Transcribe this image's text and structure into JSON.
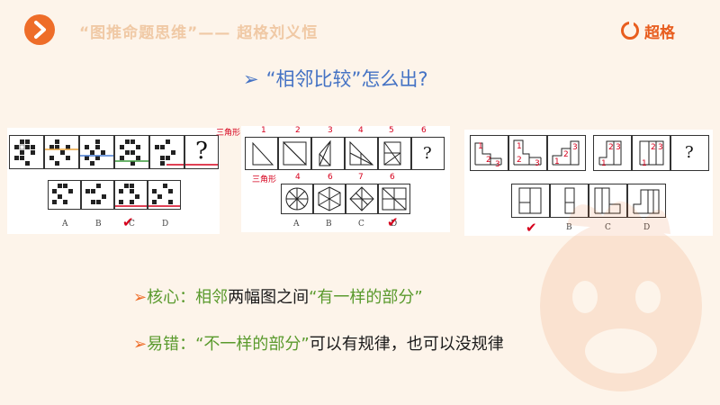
{
  "header": {
    "title": "“图推命题思维”—— 超格刘义恒",
    "brand": "超格"
  },
  "main": {
    "title": "“相邻比较”怎么出?",
    "title_arrow": "➢"
  },
  "panel1": {
    "question_mark": "?",
    "options": [
      "A",
      "B",
      "C",
      "D"
    ],
    "check": "✔"
  },
  "panel2": {
    "tag_top": "三角形",
    "tag_bottom": "三角形",
    "numbers_top": [
      "1",
      "2",
      "3",
      "4",
      "5",
      "6"
    ],
    "numbers_bottom": [
      "4",
      "6",
      "7",
      "6"
    ],
    "question_mark": "?",
    "options": [
      "A",
      "B",
      "C",
      "D"
    ],
    "check": "✔"
  },
  "panel3": {
    "question_mark": "?",
    "options": [
      "B",
      "C",
      "D"
    ],
    "check": "✔"
  },
  "bullets": [
    {
      "arrow": "➢",
      "label": "核心：",
      "parts": [
        {
          "text": "相邻",
          "color": "green"
        },
        {
          "text": "两幅图之间",
          "color": "dark"
        },
        {
          "text": "“有一样的部分”",
          "color": "green"
        }
      ]
    },
    {
      "arrow": "➢",
      "label": "易错：",
      "parts": [
        {
          "text": "“不一样的部分”",
          "color": "green"
        },
        {
          "text": "可以有规律，也可以没规律",
          "color": "dark"
        }
      ]
    }
  ],
  "colors": {
    "accent": "#ee6d29",
    "title_blue": "#4472c4",
    "green": "#5a9a2d",
    "red": "#d6001c"
  }
}
